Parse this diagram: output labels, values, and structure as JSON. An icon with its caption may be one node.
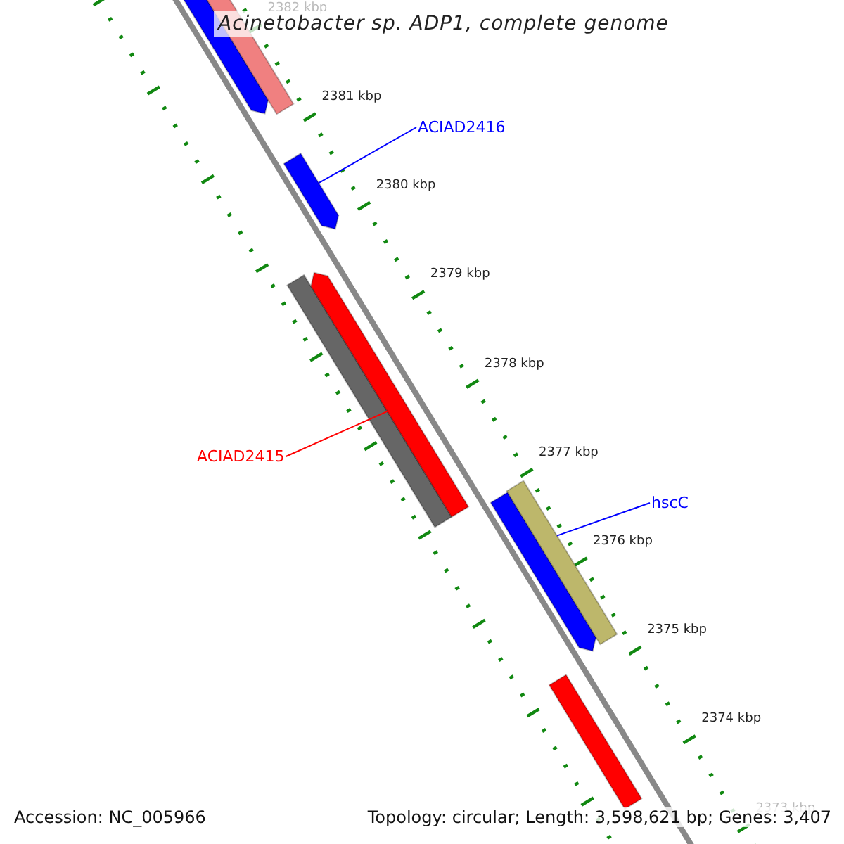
{
  "diagram": {
    "title": "Acinetobacter sp. ADP1, complete genome",
    "nodes": [
      {
        "text": [],
        "shape": "bar"
      },
      {
        "text": [],
        "shape": "bar"
      },
      {
        "text": [
          "ACIAD2416"
        ]
      },
      {
        "text": [],
        "shape": "bar"
      },
      {
        "text": [],
        "shape": "bar"
      },
      {
        "text": [],
        "shape": "bar"
      },
      {
        "text": [
          "ACIAD2415"
        ]
      },
      {
        "text": [],
        "shape": "bar"
      },
      {
        "text": [],
        "shape": "bar"
      },
      {
        "text": [
          "hscC"
        ]
      },
      {
        "text": [],
        "shape": "bar"
      }
    ],
    "edges": [
      {
        "from": 2,
        "to": 3,
        "arrow": "none"
      },
      {
        "from": 6,
        "to": 5,
        "arrow": "none",
        "color": "#ff0000"
      },
      {
        "from": 9,
        "to": 8,
        "arrow": "none"
      }
    ],
    "labels": [
      "2382 kbp",
      "2381 kbp",
      "2380 kbp",
      "2379 kbp",
      "2378 kbp",
      "2377 kbp",
      "2376 kbp",
      "2375 kbp",
      "2374 kbp",
      "2373 kbp",
      "Accession: NC_005966",
      "Topology: circular; Length: 3,598,621 bp; Genes: 3,407"
    ]
  }
}
